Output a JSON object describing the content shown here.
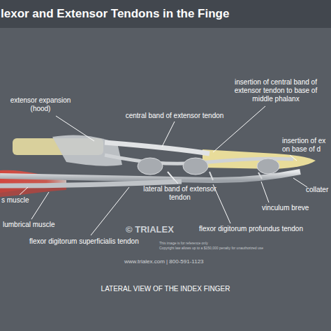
{
  "diagram": {
    "title": "lexor and Extensor Tendons in the Finge",
    "caption": "LATERAL VIEW OF THE INDEX FINGER",
    "labels": [
      "extensor expansion (hood)",
      "insertion of central band of extensor tendon to base of middle phalanx",
      "central band of extensor tendon",
      "insertion of ex on base of d",
      "s muscle",
      "lateral band of extensor tendon",
      "collater",
      "vinculum breve",
      "lumbrical muscle",
      "flexor digitorum profundus tendon",
      "flexor digitorum superficialis tendon",
      "© TRIALEX",
      "This image is for reference only",
      "Copyright law allows up to a $150,000 penalty for unauthorized use",
      "www.trialex.com | 800-591-1123"
    ]
  }
}
